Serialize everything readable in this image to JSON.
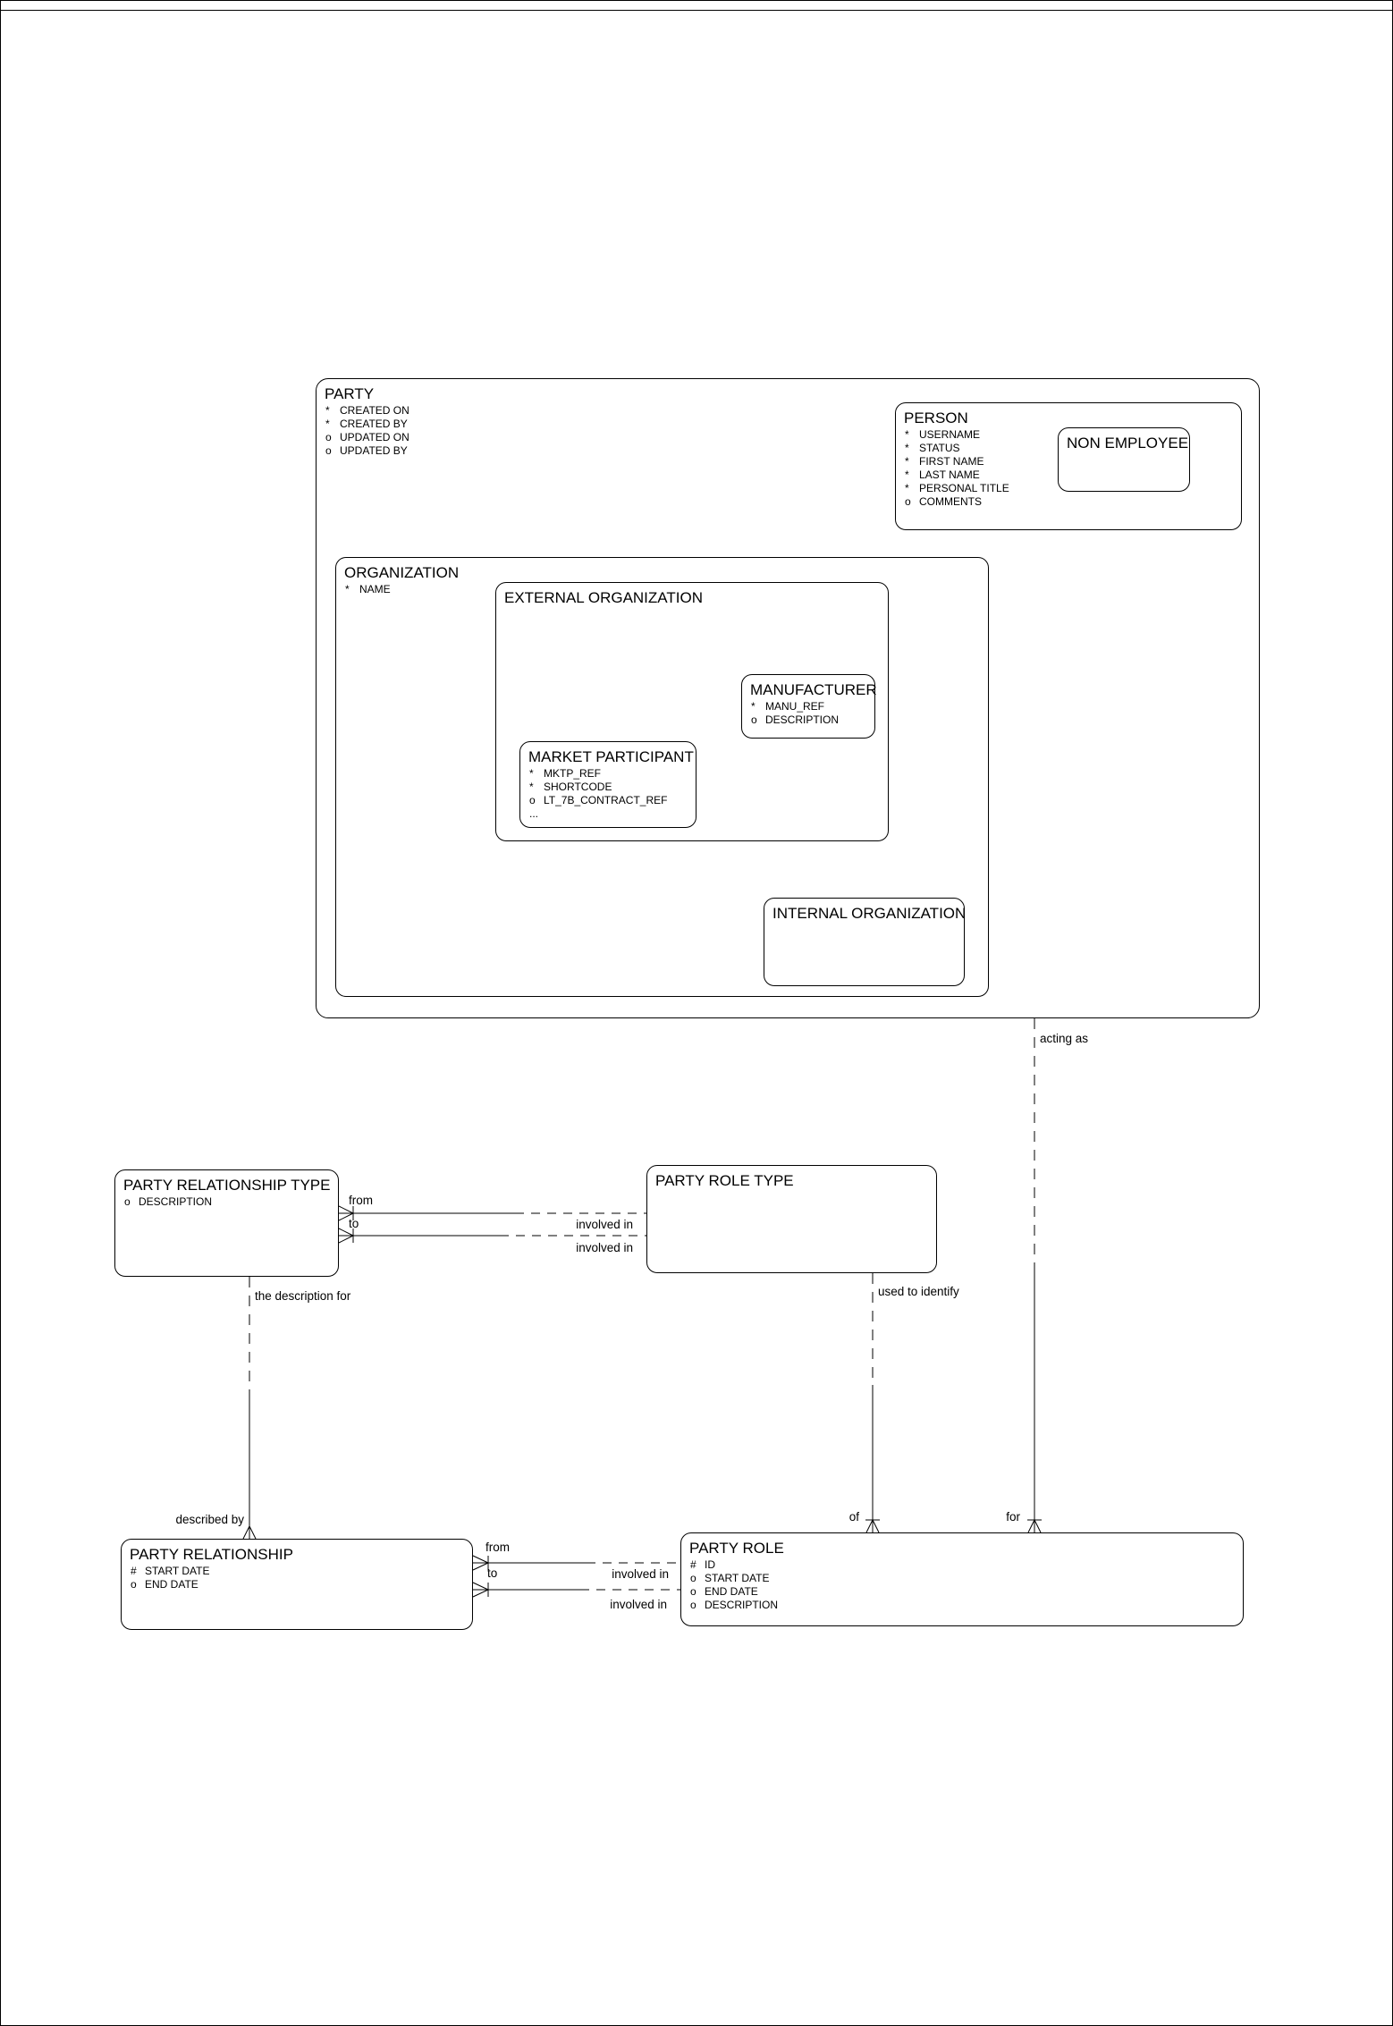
{
  "entities": {
    "party": {
      "title": "PARTY",
      "attributes": [
        {
          "m": "*",
          "n": "CREATED ON"
        },
        {
          "m": "*",
          "n": "CREATED BY"
        },
        {
          "m": "o",
          "n": "UPDATED ON"
        },
        {
          "m": "o",
          "n": "UPDATED BY"
        }
      ]
    },
    "person": {
      "title": "PERSON",
      "attributes": [
        {
          "m": "*",
          "n": "USERNAME"
        },
        {
          "m": "*",
          "n": "STATUS"
        },
        {
          "m": "*",
          "n": "FIRST NAME"
        },
        {
          "m": "*",
          "n": "LAST NAME"
        },
        {
          "m": "*",
          "n": "PERSONAL TITLE"
        },
        {
          "m": "o",
          "n": "COMMENTS"
        }
      ]
    },
    "non_employee": {
      "title": "NON EMPLOYEE"
    },
    "organization": {
      "title": "ORGANIZATION",
      "attributes": [
        {
          "m": "*",
          "n": "NAME"
        }
      ]
    },
    "external_organization": {
      "title": "EXTERNAL ORGANIZATION"
    },
    "manufacturer": {
      "title": "MANUFACTURER",
      "attributes": [
        {
          "m": "*",
          "n": "MANU_REF"
        },
        {
          "m": "o",
          "n": "DESCRIPTION"
        }
      ]
    },
    "market_participant": {
      "title": "MARKET PARTICIPANT",
      "attributes": [
        {
          "m": "*",
          "n": "MKTP_REF"
        },
        {
          "m": "*",
          "n": "SHORTCODE"
        },
        {
          "m": "o",
          "n": "LT_7B_CONTRACT_REF"
        },
        {
          "m": "...",
          "n": ""
        }
      ]
    },
    "internal_organization": {
      "title": "INTERNAL ORGANIZATION"
    },
    "party_relationship_type": {
      "title": "PARTY RELATIONSHIP TYPE",
      "attributes": [
        {
          "m": "o",
          "n": "DESCRIPTION"
        }
      ]
    },
    "party_role_type": {
      "title": "PARTY ROLE TYPE"
    },
    "party_relationship": {
      "title": "PARTY RELATIONSHIP",
      "attributes": [
        {
          "m": "#",
          "n": "START DATE"
        },
        {
          "m": "o",
          "n": "END DATE"
        }
      ]
    },
    "party_role": {
      "title": "PARTY ROLE",
      "attributes": [
        {
          "m": "#",
          "n": "ID"
        },
        {
          "m": "o",
          "n": "START DATE"
        },
        {
          "m": "o",
          "n": "END DATE"
        },
        {
          "m": "o",
          "n": "DESCRIPTION"
        }
      ]
    }
  },
  "relationships": {
    "acting_as": "acting as",
    "for": "for",
    "used_to_identify": "used to identify",
    "of": "of",
    "the_description_for": "the description for",
    "described_by": "described by",
    "from": "from",
    "to": "to",
    "involved_in": "involved in"
  },
  "colors": {
    "line": "#000000",
    "background": "#ffffff"
  }
}
